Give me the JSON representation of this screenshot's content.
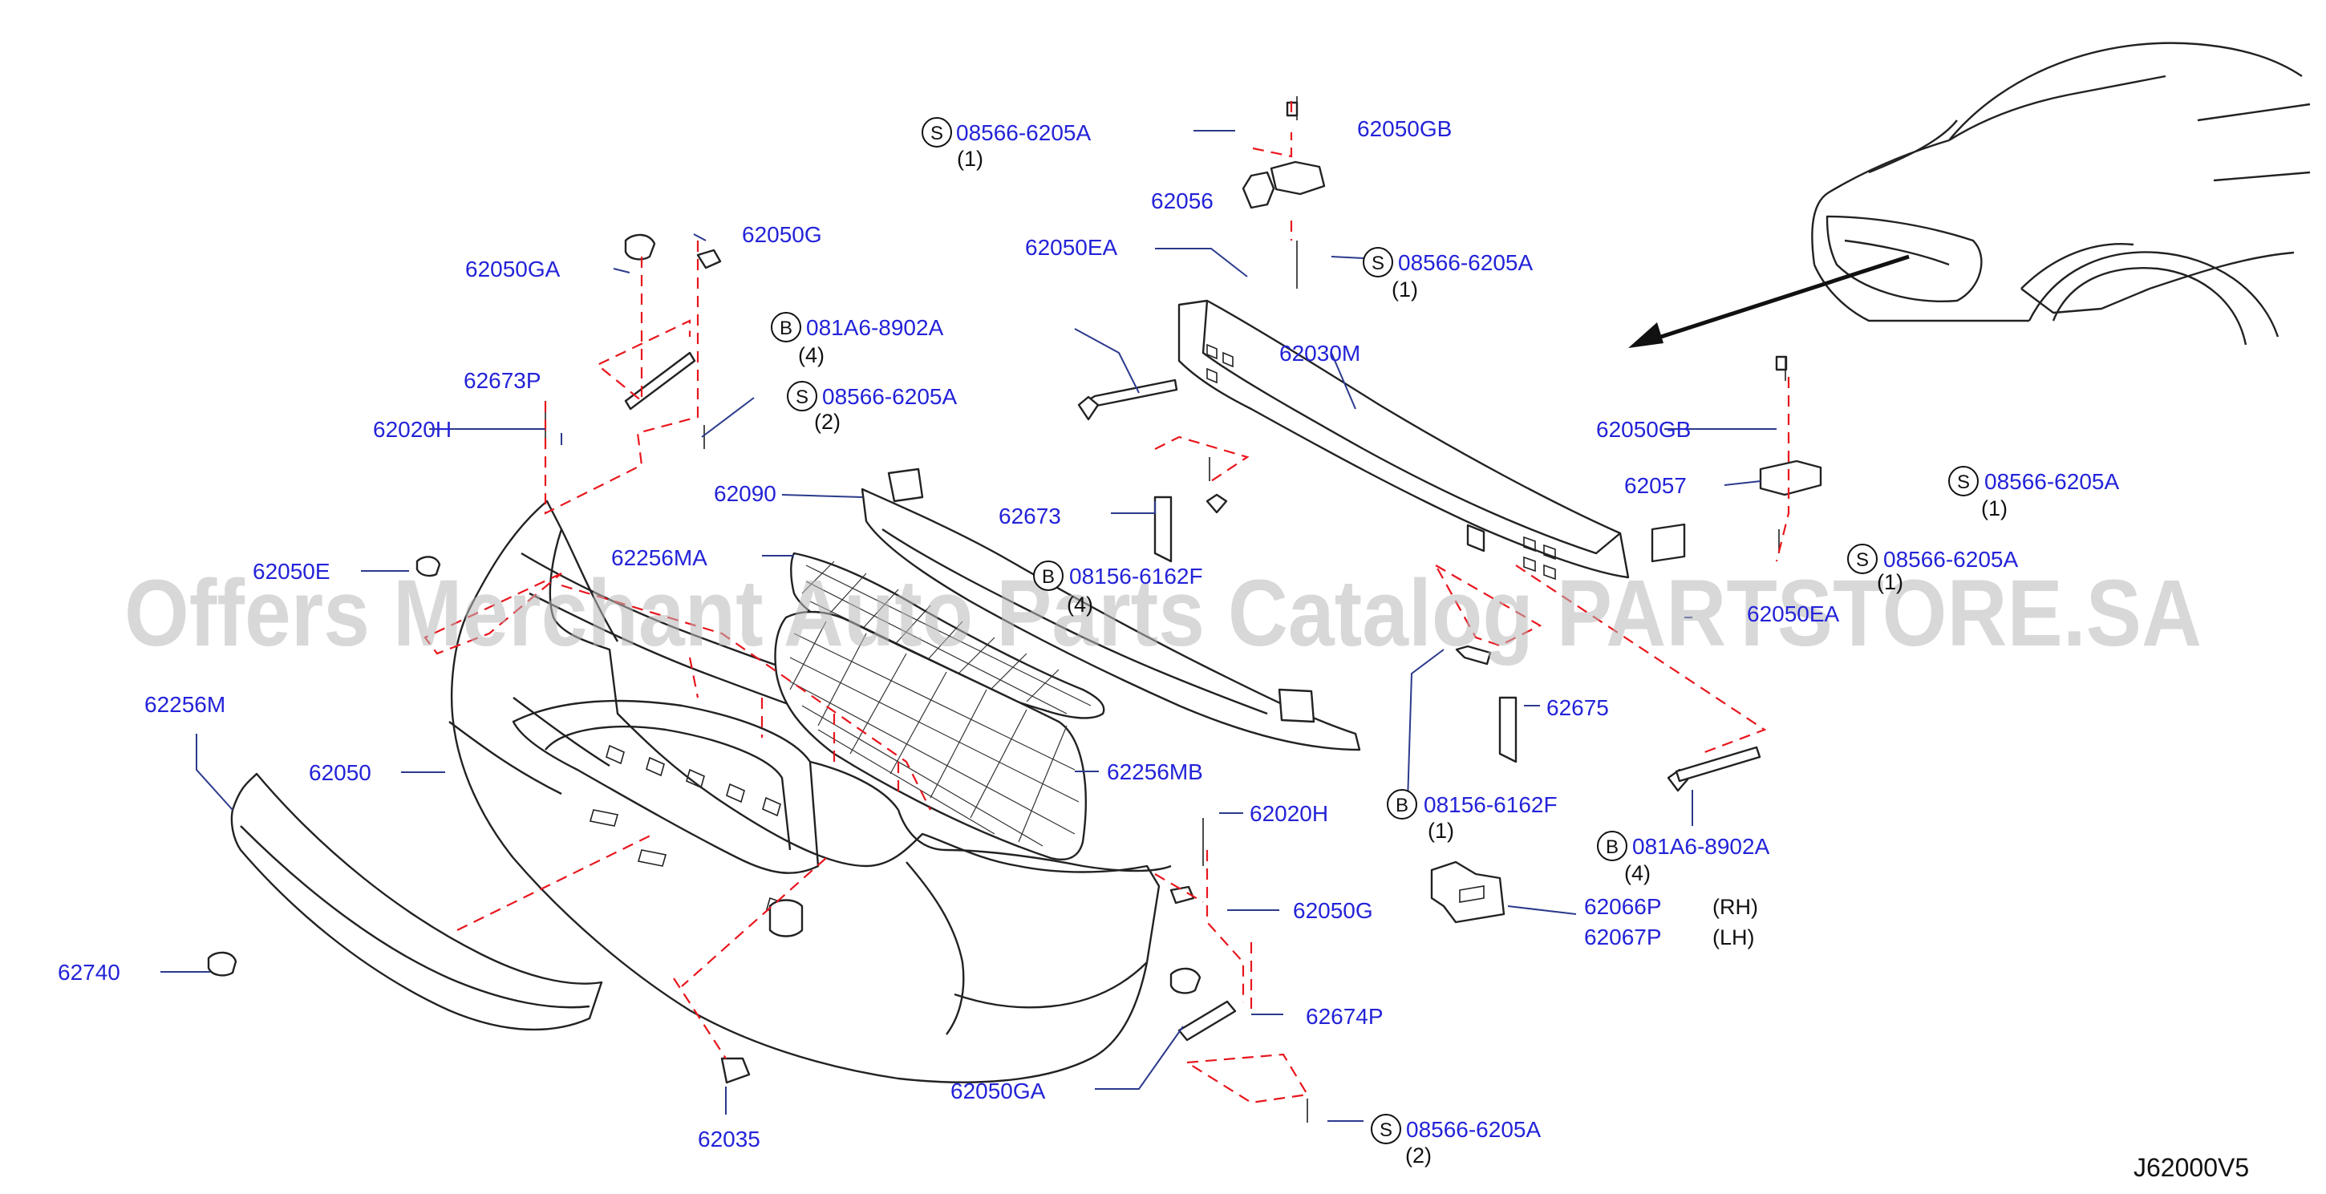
{
  "diagram": {
    "code": "J62000V5",
    "watermark": "Offers Merchant Auto Parts Catalog PARTSTORE.SA",
    "accent_color": "#2323d8",
    "dash_color": "#e8161d"
  },
  "callouts": [
    {
      "id": "s1",
      "symbol": "S",
      "part": "08566-6205A",
      "qty": "(1)"
    },
    {
      "id": "p1",
      "part": "62050GB"
    },
    {
      "id": "p2",
      "part": "62056"
    },
    {
      "id": "s2",
      "symbol": "S",
      "part": "08566-6205A",
      "qty": "(1)"
    },
    {
      "id": "p3",
      "part": "62050EA"
    },
    {
      "id": "p4",
      "part": "62050G"
    },
    {
      "id": "p5",
      "part": "62050GA"
    },
    {
      "id": "b1",
      "symbol": "B",
      "part": "081A6-8902A",
      "qty": "(4)"
    },
    {
      "id": "p6",
      "part": "62030M"
    },
    {
      "id": "p7",
      "part": "62673P"
    },
    {
      "id": "s3",
      "symbol": "S",
      "part": "08566-6205A",
      "qty": "(2)"
    },
    {
      "id": "p8",
      "part": "62020H"
    },
    {
      "id": "p9",
      "part": "62090"
    },
    {
      "id": "p10",
      "part": "62673"
    },
    {
      "id": "p11",
      "part": "62050E"
    },
    {
      "id": "p12",
      "part": "62256MA"
    },
    {
      "id": "b2",
      "symbol": "B",
      "part": "08156-6162F",
      "qty": "(4)"
    },
    {
      "id": "p13",
      "part": "62050GB"
    },
    {
      "id": "p14",
      "part": "62057"
    },
    {
      "id": "s4",
      "symbol": "S",
      "part": "08566-6205A",
      "qty": "(1)"
    },
    {
      "id": "s5",
      "symbol": "S",
      "part": "08566-6205A",
      "qty": "(1)"
    },
    {
      "id": "p15",
      "part": "62050EA"
    },
    {
      "id": "p16",
      "part": "62675"
    },
    {
      "id": "p17",
      "part": "62256M"
    },
    {
      "id": "p18",
      "part": "62050"
    },
    {
      "id": "p19",
      "part": "62256MB"
    },
    {
      "id": "b3",
      "symbol": "B",
      "part": "08156-6162F",
      "qty": "(1)"
    },
    {
      "id": "p20",
      "part": "62020H"
    },
    {
      "id": "b4",
      "symbol": "B",
      "part": "081A6-8902A",
      "qty": "(4)"
    },
    {
      "id": "p21",
      "part": "62066P",
      "side": "(RH)"
    },
    {
      "id": "p22",
      "part": "62067P",
      "side": "(LH)"
    },
    {
      "id": "p23",
      "part": "62050G"
    },
    {
      "id": "p24",
      "part": "62740"
    },
    {
      "id": "p25",
      "part": "62674P"
    },
    {
      "id": "p26",
      "part": "62050GA"
    },
    {
      "id": "p27",
      "part": "62035"
    },
    {
      "id": "s6",
      "symbol": "S",
      "part": "08566-6205A",
      "qty": "(2)"
    }
  ]
}
